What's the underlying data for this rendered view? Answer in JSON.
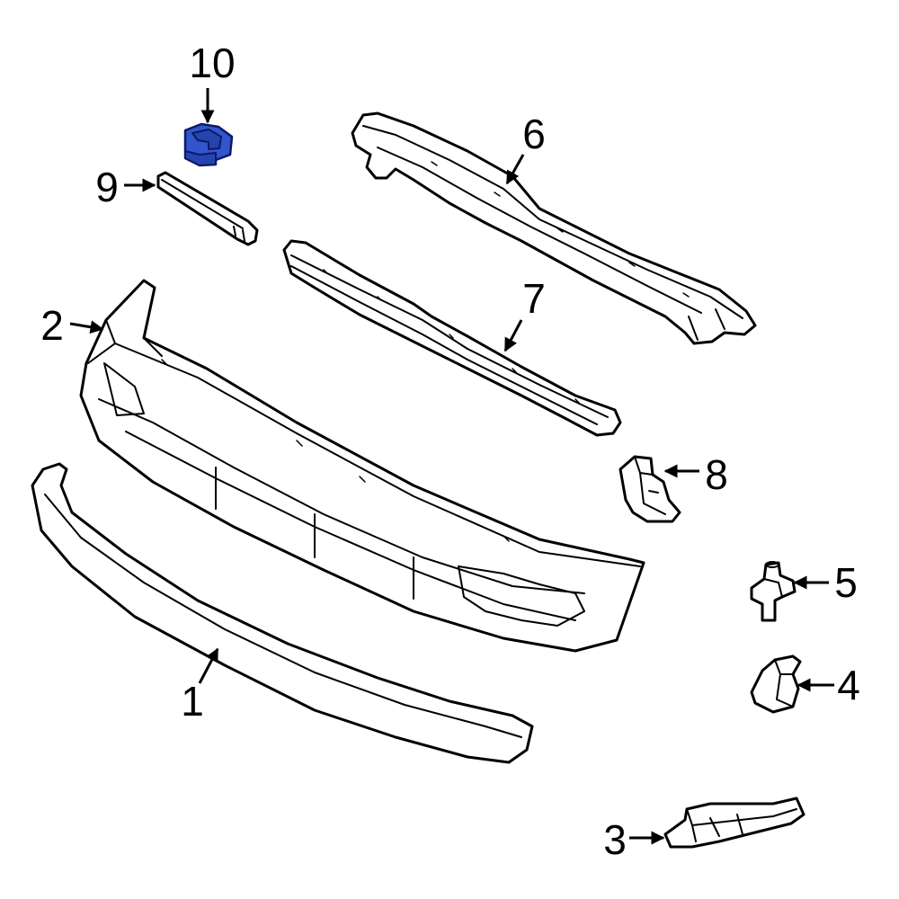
{
  "diagram": {
    "highlight_color": "#3355cc",
    "callouts": [
      {
        "id": "1",
        "label": "1"
      },
      {
        "id": "2",
        "label": "2"
      },
      {
        "id": "3",
        "label": "3"
      },
      {
        "id": "4",
        "label": "4"
      },
      {
        "id": "5",
        "label": "5"
      },
      {
        "id": "6",
        "label": "6"
      },
      {
        "id": "7",
        "label": "7"
      },
      {
        "id": "8",
        "label": "8"
      },
      {
        "id": "9",
        "label": "9"
      },
      {
        "id": "10",
        "label": "10"
      }
    ],
    "highlighted_part": "10"
  }
}
